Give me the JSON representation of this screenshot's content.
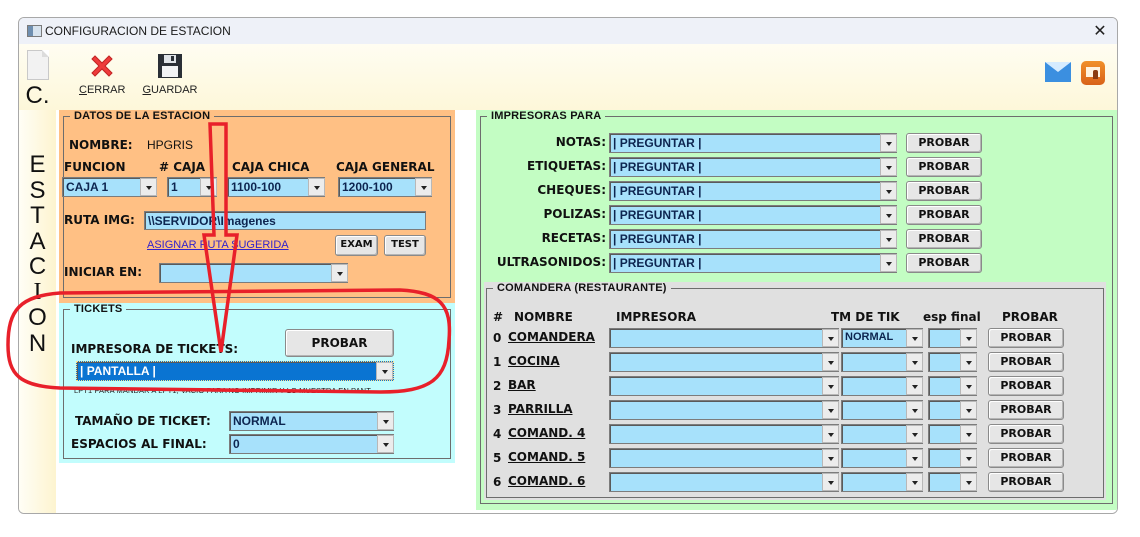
{
  "window": {
    "title": "CONFIGURACION DE ESTACION",
    "close_glyph": "✕"
  },
  "toolbar": {
    "cerrar_label_u": "C",
    "cerrar_label_rest": "ERRAR",
    "guardar_label_u": "G",
    "guardar_label_rest": "UARDAR"
  },
  "sidebar": {
    "letters_top": "C.",
    "letters": [
      "E",
      "S",
      "T",
      "A",
      "C",
      "I",
      "O",
      "N"
    ]
  },
  "datos": {
    "legend": "DATOS DE LA ESTACION",
    "nombre_label": "NOMBRE:",
    "nombre_value": "HPGRIS",
    "funcion_label": "FUNCION",
    "funcion_value": "CAJA 1",
    "caja_label": "# CAJA",
    "caja_value": "1",
    "caja_chica_label": "CAJA CHICA",
    "caja_chica_value": "1100-100",
    "caja_general_label": "CAJA GENERAL",
    "caja_general_value": "1200-100",
    "ruta_label": "RUTA IMG:",
    "ruta_value": "\\\\SERVIDOR\\Imagenes",
    "asignar_link": "ASIGNAR RUTA SUGERIDA",
    "exam_button": "EXAM",
    "test_button": "TEST",
    "iniciar_label": "INICIAR EN:",
    "iniciar_value": ""
  },
  "tickets": {
    "legend": "TICKETS",
    "impresora_label": "IMPRESORA DE TICKETS:",
    "probar_button": "PROBAR",
    "impresora_value": "| PANTALLA  |",
    "hint": "LPT1 PARA MANDAR A LPT1, VACIO PARA NO IMPRIMIR Y LO MUESTRA EN PANT",
    "tamano_label": "TAMAÑO DE TICKET:",
    "tamano_value": "NORMAL",
    "espacios_label": "ESPACIOS AL FINAL:",
    "espacios_value": "0"
  },
  "impresoras": {
    "legend": "IMPRESORAS PARA",
    "probar_label": "PROBAR",
    "rows": [
      {
        "label": "NOTAS:",
        "value": "| PREGUNTAR |"
      },
      {
        "label": "ETIQUETAS:",
        "value": "| PREGUNTAR |"
      },
      {
        "label": "CHEQUES:",
        "value": "| PREGUNTAR |"
      },
      {
        "label": "POLIZAS:",
        "value": "| PREGUNTAR |"
      },
      {
        "label": "RECETAS:",
        "value": "| PREGUNTAR |"
      },
      {
        "label": "ULTRASONIDOS:",
        "value": "| PREGUNTAR |"
      }
    ]
  },
  "comandera": {
    "legend": "COMANDERA (RESTAURANTE)",
    "headers": {
      "num": "#",
      "nombre": "NOMBRE",
      "impresora": "IMPRESORA",
      "tm": "TM  DE TIK",
      "esp": "esp final",
      "probar": "PROBAR"
    },
    "probar_label": "PROBAR",
    "rows": [
      {
        "num": "0",
        "nombre": "COMANDERA",
        "impresora": "",
        "tm": "NORMAL",
        "esp": ""
      },
      {
        "num": "1",
        "nombre": "COCINA",
        "impresora": "",
        "tm": "",
        "esp": ""
      },
      {
        "num": "2",
        "nombre": "BAR",
        "impresora": "",
        "tm": "",
        "esp": ""
      },
      {
        "num": "3",
        "nombre": "PARRILLA",
        "impresora": "",
        "tm": "",
        "esp": ""
      },
      {
        "num": "4",
        "nombre": "COMAND. 4",
        "impresora": "",
        "tm": "",
        "esp": ""
      },
      {
        "num": "5",
        "nombre": "COMAND. 5",
        "impresora": "",
        "tm": "",
        "esp": ""
      },
      {
        "num": "6",
        "nombre": "COMAND. 6",
        "impresora": "",
        "tm": "",
        "esp": ""
      }
    ]
  },
  "colors": {
    "datos_bg": "#ffc084",
    "tickets_bg": "#c2fdfd",
    "impresoras_bg": "#c3fdc3",
    "comandera_bg": "#e0e0e0",
    "combo_bg": "#a7e1fb",
    "selected_bg": "#0a74d2",
    "annotation": "#e8202a"
  }
}
